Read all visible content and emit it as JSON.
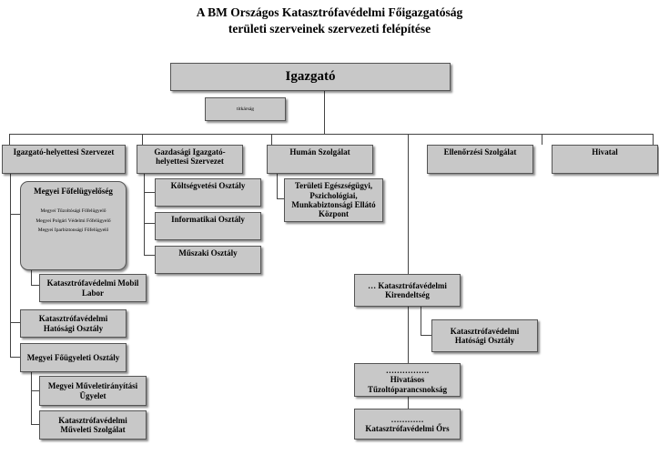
{
  "title": {
    "line1": "A BM Országos Katasztrófavédelmi Főigazgatóság",
    "line2": "területi szerveinek szervezeti felépítése"
  },
  "boxes": {
    "igazgato": "Igazgató",
    "titkarsag": "titkárság",
    "igazgato_helyettesi": "Igazgató-helyettesi Szervezet",
    "gazdasagi": "Gazdasági Igazgató-helyettesi Szervezet",
    "human": "Humán Szolgálat",
    "ellenorzesi": "Ellenőrzési Szolgálat",
    "hivatal": "Hivatal",
    "megyei_fofelugyeloseg": "Megyei Főfelügyelőség",
    "fofelugyelo_items": [
      "Megyei Tűzoltósági Főfelügyelő",
      "Megyei Polgári Védelmi Főfelügyelő",
      "Megyei Iparbiztonsági Főfelügyelő"
    ],
    "mobil_labor": "Katasztrófavédelmi Mobil Labor",
    "hatosagi_megyei": "Katasztrófavédelmi Hatósági Osztály",
    "megyei_foügyeleti": "Megyei Főügyeleti Osztály",
    "muveletiranyitasi": "Megyei Műveletirányítási Ügyelet",
    "muveleti_szolgalat": "Katasztrófavédelmi Műveleti Szolgálat",
    "koltsegvetesi": "Költségvetési Osztály",
    "informatikai": "Informatikai Osztály",
    "muszaki": "Műszaki Osztály",
    "egeszsegugyi": "Területi Egészségügyi, Pszichológiai, Munkabiztonsági Ellátó Központ",
    "kirendeltseg": "… Katasztrófavédelmi Kirendeltség",
    "hatosagi_kir": "Katasztrófavédelmi Hatósági Osztály",
    "hivatasos_dots": "…………….",
    "hivatasos": "Hivatásos Tűzoltóparancsnokság",
    "ors_dots": "…………",
    "ors": "Katasztrófavédelmi Őrs"
  }
}
